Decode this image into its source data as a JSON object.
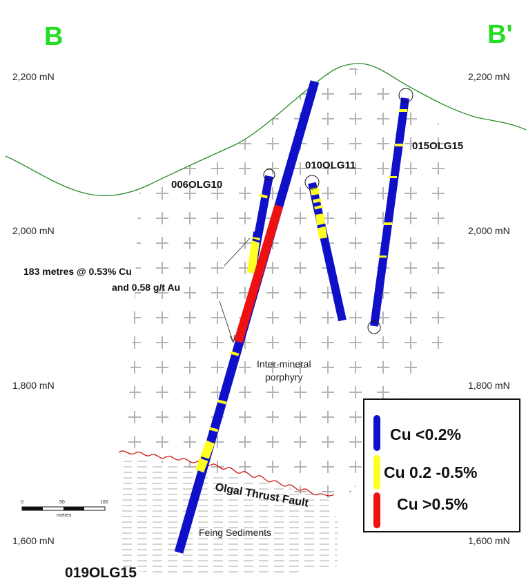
{
  "section": {
    "left_label": "B",
    "right_label": "B'",
    "label_color": "#22dd22"
  },
  "northings": {
    "left": [
      "2,200 mN",
      "2,000 mN",
      "1,800 mN",
      "1,600 mN"
    ],
    "right": [
      "2,200 mN",
      "2,000 mN",
      "1,800 mN",
      "1,600 mN"
    ]
  },
  "holes": {
    "h006": "006OLG10",
    "h010": "010OLG11",
    "h015": "015OLG15",
    "h019": "019OLG15"
  },
  "intercept": {
    "line1": "183 metres  @ 0.53% Cu",
    "line2": "and 0.58 g/t Au"
  },
  "units": {
    "porphyry_line1": "Inter-mineral",
    "porphyry_line2": "porphyry",
    "fault": "Olgal Thrust Fault",
    "sediments": "Feing Sediments"
  },
  "scale": {
    "ticks": [
      "0",
      "50",
      "100"
    ],
    "unit": "metres"
  },
  "legend": [
    {
      "label": "Cu <0.2%",
      "color": "#1010c8"
    },
    {
      "label": "Cu 0.2 -0.5%",
      "color": "#ffff22"
    },
    {
      "label": "Cu >0.5%",
      "color": "#ee1111"
    }
  ],
  "colors": {
    "topography": "#2a8a2a",
    "fault": "#cc1111",
    "porphyry_symbol": "#bbbbbb",
    "sediment_symbol": "#bbbbbb"
  }
}
